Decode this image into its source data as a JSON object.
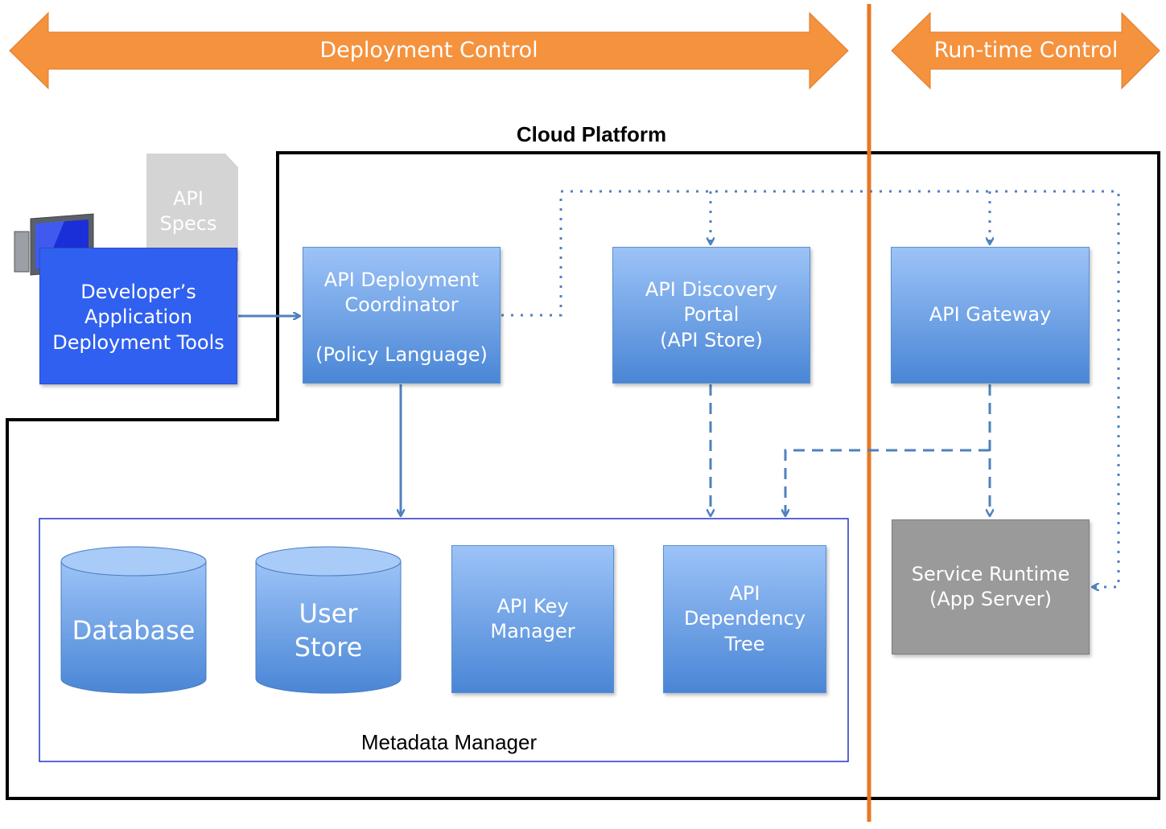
{
  "arrows": {
    "deployment_control": "Deployment Control",
    "runtime_control": "Run-time Control"
  },
  "cloud_platform": {
    "title": "Cloud Platform"
  },
  "developer": {
    "api_specs": "API\nSpecs",
    "tools_label": "Developer’s\nApplication\nDeployment Tools"
  },
  "nodes": {
    "deployment_coordinator": "API Deployment\nCoordinator\n\n(Policy Language)",
    "discovery_portal": "API Discovery\nPortal\n(API Store)",
    "api_gateway": "API Gateway",
    "service_runtime": "Service Runtime\n(App Server)"
  },
  "metadata_manager": {
    "title": "Metadata Manager",
    "database": "Database",
    "user_store": "User\nStore",
    "key_manager": "API Key\nManager",
    "dependency_tree": "API\nDependency\nTree"
  },
  "colors": {
    "orange": "#f5923e",
    "divider": "#e87722",
    "blue_dark": "#3060ef",
    "blue_node": "#5b94de",
    "connector": "#4f81bd",
    "gray": "#9a9a9a"
  }
}
